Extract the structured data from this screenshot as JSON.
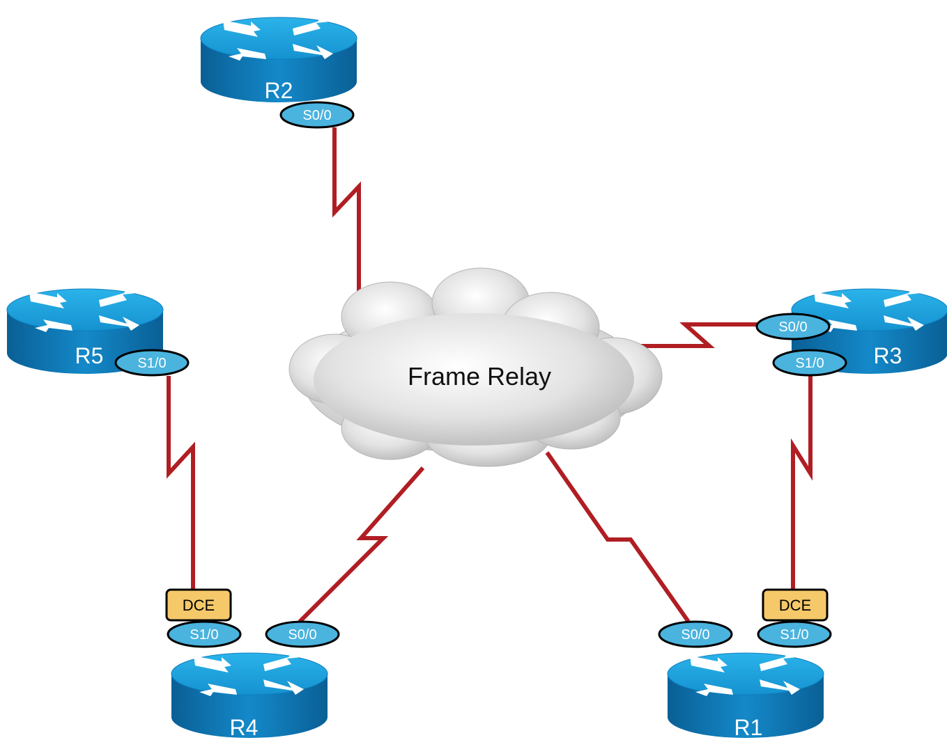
{
  "colors": {
    "router_top": "#1a9fd9",
    "router_side": "#0a6ea8",
    "arrow": "#ffffff",
    "link": "#b01e23",
    "port_fill": "#4ab3de",
    "port_stroke": "#000000",
    "dce_fill": "#f5c96a",
    "cloud": "#e4e4e4"
  },
  "cloud": {
    "label": "Frame Relay",
    "icon": "cloud-icon"
  },
  "routers": [
    {
      "id": "R2",
      "label": "R2"
    },
    {
      "id": "R5",
      "label": "R5"
    },
    {
      "id": "R3",
      "label": "R3"
    },
    {
      "id": "R4",
      "label": "R4"
    },
    {
      "id": "R1",
      "label": "R1"
    }
  ],
  "ports": [
    {
      "router": "R2",
      "label": "S0/0"
    },
    {
      "router": "R5",
      "label": "S1/0"
    },
    {
      "router": "R3",
      "label": "S0/0"
    },
    {
      "router": "R3",
      "label": "S1/0"
    },
    {
      "router": "R4",
      "label": "S1/0"
    },
    {
      "router": "R4",
      "label": "S0/0"
    },
    {
      "router": "R1",
      "label": "S0/0"
    },
    {
      "router": "R1",
      "label": "S1/0"
    }
  ],
  "dce_tags": [
    {
      "router": "R4",
      "label": "DCE"
    },
    {
      "router": "R1",
      "label": "DCE"
    }
  ],
  "links": [
    {
      "from": "R2 S0/0",
      "to": "Frame Relay"
    },
    {
      "from": "R3 S0/0",
      "to": "Frame Relay"
    },
    {
      "from": "R4 S0/0",
      "to": "Frame Relay"
    },
    {
      "from": "R1 S0/0",
      "to": "Frame Relay"
    },
    {
      "from": "R5 S1/0",
      "to": "R4 S1/0"
    },
    {
      "from": "R3 S1/0",
      "to": "R1 S1/0"
    }
  ]
}
